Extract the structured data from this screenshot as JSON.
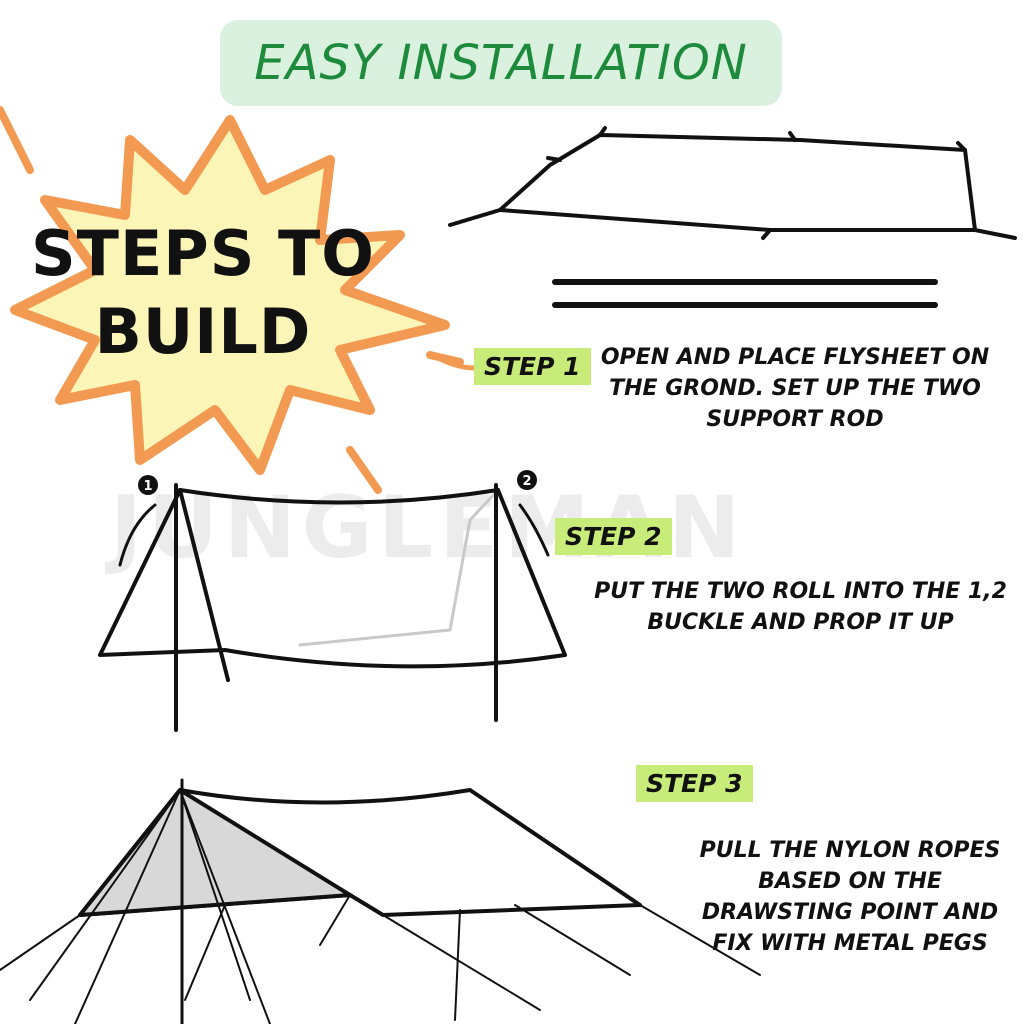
{
  "header": {
    "title": "EASY INSTALLATION"
  },
  "burst": {
    "line1": "STEPS TO",
    "line2": "BUILD"
  },
  "watermark": {
    "text": "JUNGLEMAN"
  },
  "steps": [
    {
      "label": "STEP 1",
      "description": "OPEN AND PLACE FLYSHEET ON THE GROND. SET UP  THE TWO SUPPORT ROD"
    },
    {
      "label": "STEP 2",
      "description": "PUT THE TWO ROLL INTO THE 1,2 BUCKLE AND PROP IT UP"
    },
    {
      "label": "STEP 3",
      "description": "PULL THE NYLON ROPES BASED ON THE DRAWSTING POINT AND FIX WITH METAL PEGS"
    }
  ],
  "markers": {
    "one": "1",
    "two": "2"
  },
  "colors": {
    "title_bg": "#d9f1de",
    "title_text": "#1d8a3c",
    "burst_fill": "#fbf6b8",
    "burst_stroke": "#f39a52",
    "step_label_bg": "#c8ec7a"
  }
}
